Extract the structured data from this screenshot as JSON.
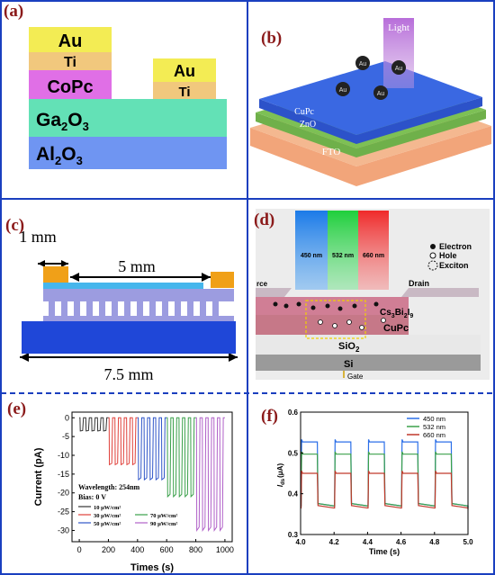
{
  "panels": {
    "a": {
      "label": "(a)",
      "layers": [
        "Au",
        "Ti",
        "CoPc",
        "Ga",
        "O",
        "Al",
        "O"
      ],
      "right_contact": [
        "Au",
        "Ti"
      ],
      "subscripts": [
        "2",
        "3"
      ]
    },
    "b": {
      "label": "(b)",
      "light": "Light",
      "layers": [
        "CuPc",
        "ZnO",
        "FTO"
      ],
      "particle": "Au"
    },
    "c": {
      "label": "(c)",
      "dim_small": "1 mm",
      "dim_middle": "5 mm",
      "dim_total": "7.5 mm"
    },
    "d": {
      "label": "(d)",
      "beams": [
        "450 nm",
        "532 nm",
        "660 nm"
      ],
      "legend": [
        "Electron",
        "Hole",
        "Exciton"
      ],
      "source": "rce",
      "drain": "Drain",
      "layers": [
        "Cs",
        "Bi",
        "I",
        "CuPc",
        "SiO",
        "Si"
      ],
      "subscripts": [
        "3",
        "2",
        "9",
        "2"
      ],
      "gate": "Gate"
    },
    "e": {
      "label": "(e)",
      "annotation": [
        "Wavelength: 254nm",
        "Bias: 0 V"
      ]
    },
    "f": {
      "label": "(f)"
    }
  },
  "chart_data": [
    {
      "type": "line",
      "panel": "e",
      "xlabel": "Times (s)",
      "ylabel": "Current (pA)",
      "xlim": [
        -50,
        1050
      ],
      "ylim": [
        -33,
        1.5
      ],
      "xticks": [
        0,
        200,
        400,
        600,
        800,
        1000
      ],
      "yticks": [
        0,
        -5,
        -10,
        -15,
        -20,
        -25,
        -30
      ],
      "series": [
        {
          "name": "10 μW/cm²",
          "color": "#333333",
          "x_start": 0,
          "x_end": 200,
          "on": -3.5
        },
        {
          "name": "30 μW/cm²",
          "color": "#e0403a",
          "x_start": 200,
          "x_end": 400,
          "on": -12.5
        },
        {
          "name": "50 μW/cm²",
          "color": "#2f55c8",
          "x_start": 400,
          "x_end": 600,
          "on": -16.5
        },
        {
          "name": "70 μW/cm²",
          "color": "#3aa04a",
          "x_start": 600,
          "x_end": 800,
          "on": -21
        },
        {
          "name": "90 μW/cm²",
          "color": "#b060c8",
          "x_start": 800,
          "x_end": 1000,
          "on": -30
        }
      ]
    },
    {
      "type": "line",
      "panel": "f",
      "xlabel": "Time (s)",
      "ylabel": "I",
      "ylabel_sub": "ds",
      "ylabel_unit": "(μA)",
      "xlim": [
        4.0,
        5.0
      ],
      "ylim": [
        0.3,
        0.6
      ],
      "xticks": [
        "4.0",
        "4.2",
        "4.4",
        "4.6",
        "4.8",
        "5.0"
      ],
      "yticks": [
        "0.3",
        "0.4",
        "0.5",
        "0.6"
      ],
      "series": [
        {
          "name": "450 nm",
          "color": "#2b6fe8",
          "off": 0.37,
          "on": 0.527
        },
        {
          "name": "532 nm",
          "color": "#3aa04a",
          "off": 0.37,
          "on": 0.497
        },
        {
          "name": "660 nm",
          "color": "#c0392b",
          "off": 0.365,
          "on": 0.45
        }
      ]
    }
  ],
  "colors": {
    "border": "#1a3fbf",
    "label": "#8b1a1a"
  }
}
